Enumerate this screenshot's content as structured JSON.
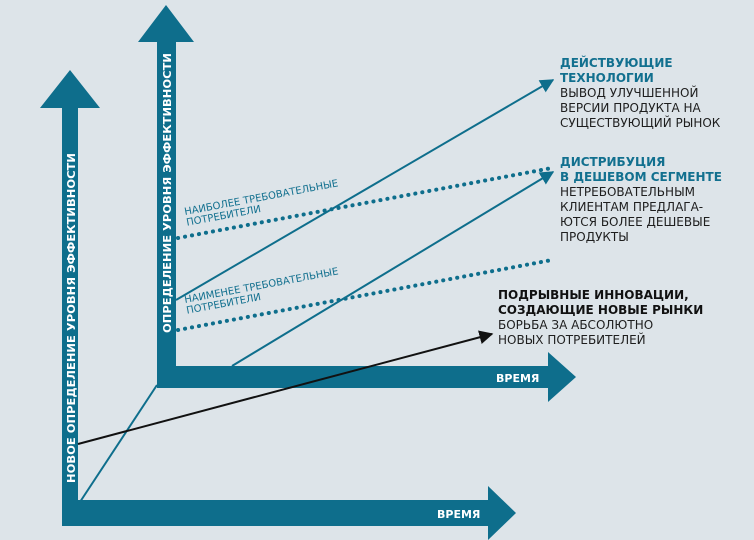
{
  "colors": {
    "background": "#dde4e9",
    "axis": "#0e6e8c",
    "line": "#0e6e8c",
    "accent_line": "#111111",
    "axis_text": "#ffffff"
  },
  "axes": {
    "inner_vertical_label": "ОПРЕДЕЛЕНИЕ УРОВНЯ ЭФФЕКТИВНОСТИ",
    "outer_vertical_label": "НОВОЕ ОПРЕДЕЛЕНИЕ УРОВНЯ ЭФФЕКТИВНОСТИ",
    "inner_time_label": "ВРЕМЯ",
    "outer_time_label": "ВРЕМЯ"
  },
  "dotted_labels": {
    "most_demanding": [
      "НАИБОЛЕЕ ТРЕБОВАТЕЛЬНЫЕ",
      "ПОТРЕБИТЕЛИ"
    ],
    "least_demanding": [
      "НАИМЕНЕЕ ТРЕБОВАТЕЛЬНЫЕ",
      "ПОТРЕБИТЕЛИ"
    ]
  },
  "annotations": {
    "sustaining": {
      "heading": [
        "ДЕЙСТВУЮЩИЕ",
        "ТЕХНОЛОГИИ"
      ],
      "body": [
        "ВЫВОД УЛУЧШЕННОЙ",
        "ВЕРСИИ ПРОДУКТА НА",
        "СУЩЕСТВУЮЩИЙ РЫНОК"
      ]
    },
    "low_end": {
      "heading": [
        "ДИСТРИБУЦИЯ",
        "В ДЕШЕВОМ СЕГМЕНТЕ"
      ],
      "body": [
        "НЕТРЕБОВАТЕЛЬНЫМ",
        "КЛИЕНТАМ ПРЕДЛАГА-",
        "ЮТСЯ БОЛЕЕ ДЕШЕВЫЕ",
        "ПРОДУКТЫ"
      ]
    },
    "new_market": {
      "heading": [
        "ПОДРЫВНЫЕ ИННОВАЦИИ,",
        "СОЗДАЮЩИЕ НОВЫЕ РЫНКИ"
      ],
      "body": [
        "БОРЬБА ЗА АБСОЛЮТНО",
        "НОВЫХ ПОТРЕБИТЕЛЕЙ"
      ]
    }
  }
}
